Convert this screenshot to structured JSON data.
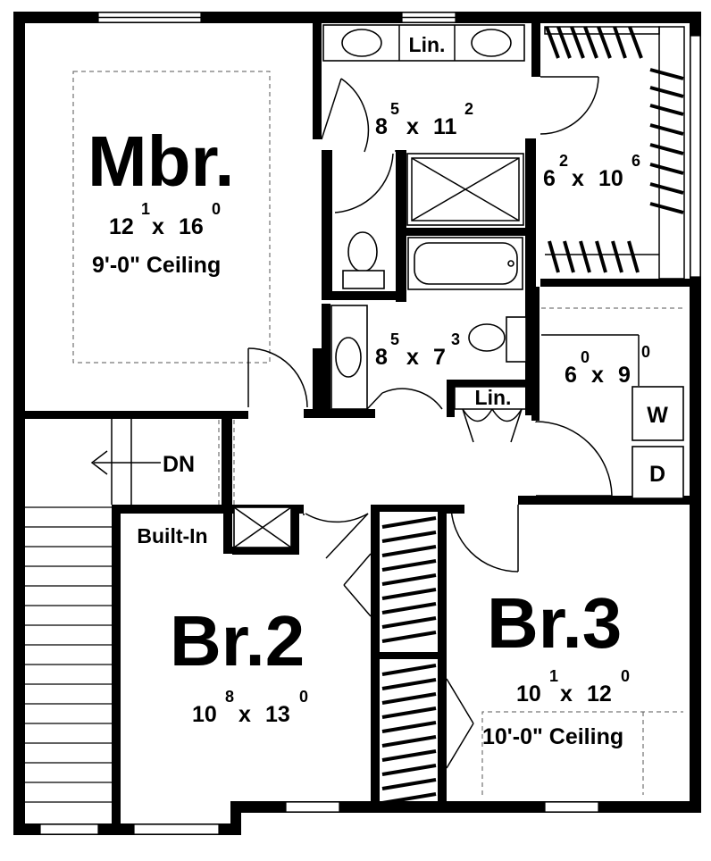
{
  "rooms": {
    "master": {
      "name": "Mbr.",
      "dim": {
        "w": "12",
        "wi": "1",
        "l": "16",
        "li": "0"
      },
      "ceiling": "9'-0\" Ceiling"
    },
    "master_bath": {
      "dim": {
        "w": "8",
        "wi": "5",
        "l": "11",
        "li": "2"
      }
    },
    "master_closet": {
      "dim": {
        "w": "6",
        "wi": "2",
        "l": "10",
        "li": "6"
      }
    },
    "hall_bath": {
      "dim": {
        "w": "8",
        "wi": "5",
        "l": "7",
        "li": "3"
      }
    },
    "laundry": {
      "dim": {
        "w": "6",
        "wi": "0",
        "l": "9",
        "li": "0"
      },
      "washer": "W",
      "dryer": "D"
    },
    "bedroom2": {
      "name": "Br.2",
      "dim": {
        "w": "10",
        "wi": "8",
        "l": "13",
        "li": "0"
      }
    },
    "bedroom3": {
      "name": "Br.3",
      "dim": {
        "w": "10",
        "wi": "1",
        "l": "12",
        "li": "0"
      },
      "ceiling": "10'-0\" Ceiling"
    }
  },
  "labels": {
    "linen_bath": "Lin.",
    "linen_hall": "Lin.",
    "built_in": "Built-In",
    "stairs_down": "DN"
  }
}
